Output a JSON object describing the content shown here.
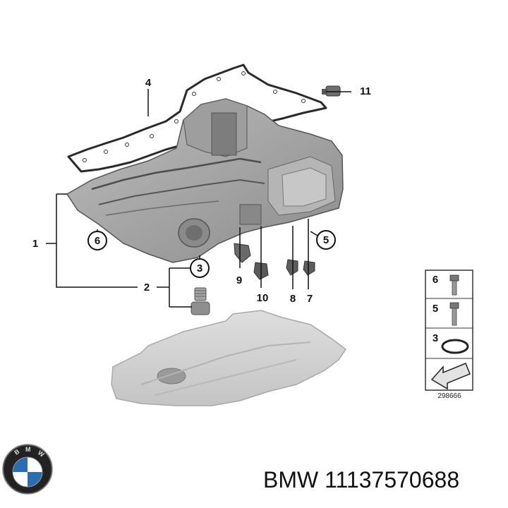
{
  "diagram": {
    "labels": [
      "1",
      "2",
      "3",
      "4",
      "5",
      "6",
      "7",
      "8",
      "9",
      "10",
      "11"
    ],
    "legend": {
      "items": [
        "6",
        "5",
        "3"
      ],
      "ref_number": "298666"
    },
    "colors": {
      "part_fill": "#a9a9a9",
      "part_dark": "#5f5f5f",
      "cover_fill": "#d4d4d4",
      "line": "#111111"
    }
  },
  "brand": {
    "logo_letters": "BMW"
  },
  "caption": "BMW 11137570688"
}
